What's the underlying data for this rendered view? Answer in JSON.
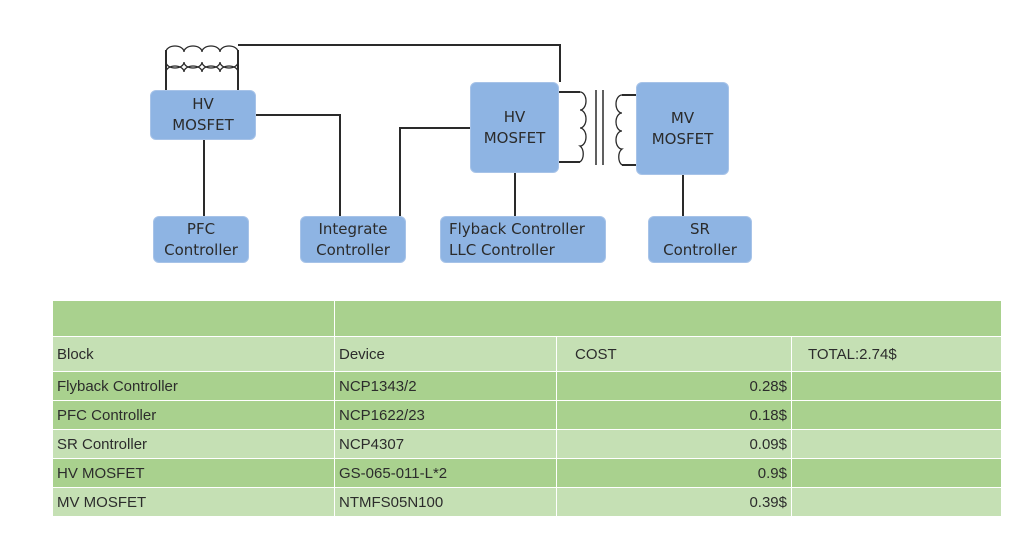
{
  "diagram": {
    "blocks": {
      "hv_mosfet_left": [
        "HV",
        "MOSFET"
      ],
      "hv_mosfet_center": [
        "HV",
        "MOSFET"
      ],
      "mv_mosfet": [
        "MV",
        "MOSFET"
      ],
      "pfc_controller": [
        "PFC",
        "Controller"
      ],
      "integrate_controller": [
        "Integrate",
        "Controller"
      ],
      "flyback_llc_controller": [
        "Flyback Controller",
        "LLC  Controller"
      ],
      "sr_controller": [
        "SR",
        "Controller"
      ]
    }
  },
  "table": {
    "headers": [
      "Block",
      "Device",
      "COST",
      "TOTAL:2.74$"
    ],
    "rows": [
      {
        "block": "Flyback Controller",
        "device": "NCP1343/2",
        "cost": "0.28$"
      },
      {
        "block": "PFC Controller",
        "device": "NCP1622/23",
        "cost": "0.18$"
      },
      {
        "block": "SR Controller",
        "device": "NCP4307",
        "cost": "0.09$"
      },
      {
        "block": "HV MOSFET",
        "device": "GS-065-011-L*2",
        "cost": "0.9$"
      },
      {
        "block": "MV MOSFET",
        "device": "NTMFS05N100",
        "cost": "0.39$"
      }
    ]
  },
  "colors": {
    "block_fill": "#8eb4e3",
    "table_dark": "#a9d18e",
    "table_light": "#c5e0b4",
    "wire": "#2a2a2a"
  }
}
